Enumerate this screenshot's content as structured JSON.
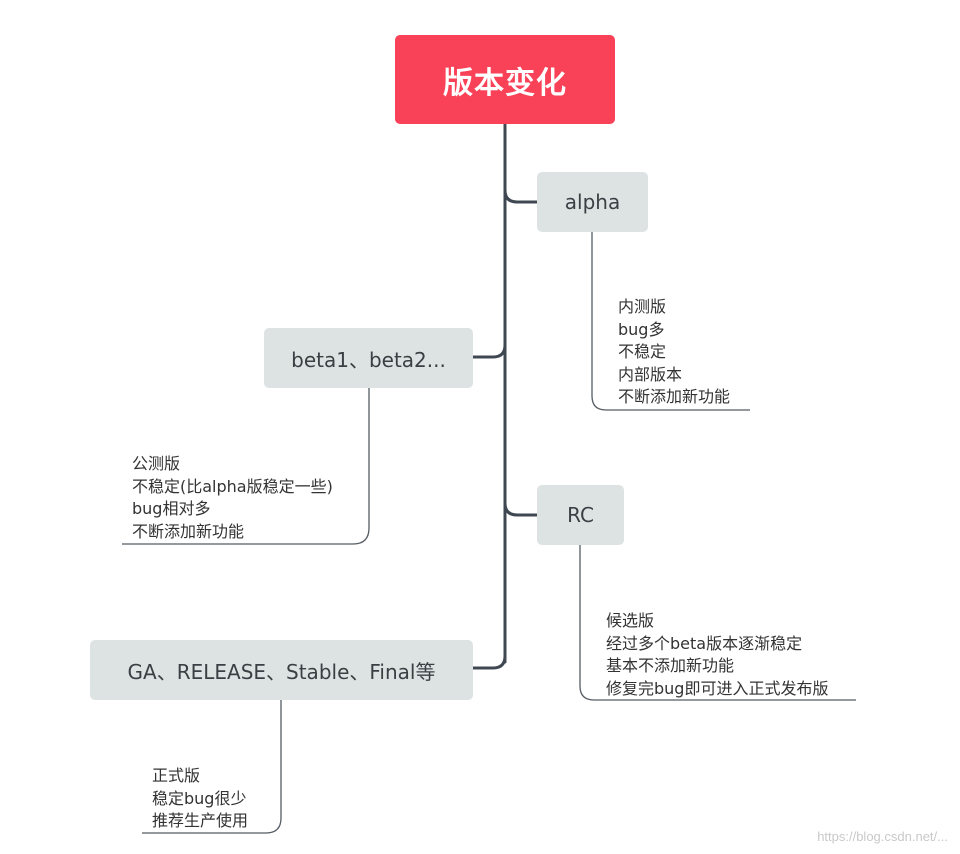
{
  "root": {
    "label": "版本变化"
  },
  "nodes": {
    "alpha": {
      "label": "alpha",
      "notes": [
        "内测版",
        "bug多",
        "不稳定",
        "内部版本",
        "不断添加新功能"
      ]
    },
    "beta": {
      "label": "beta1、beta2...",
      "notes": [
        "公测版",
        "不稳定(比alpha版稳定一些)",
        "bug相对多",
        "不断添加新功能"
      ]
    },
    "rc": {
      "label": "RC",
      "notes": [
        "候选版",
        "经过多个beta版本逐渐稳定",
        "基本不添加新功能",
        "修复完bug即可进入正式发布版"
      ]
    },
    "ga": {
      "label": "GA、RELEASE、Stable、Final等",
      "notes": [
        "正式版",
        "稳定bug很少",
        "推荐生产使用"
      ]
    }
  },
  "watermark": "https://blog.csdn.net/..."
}
